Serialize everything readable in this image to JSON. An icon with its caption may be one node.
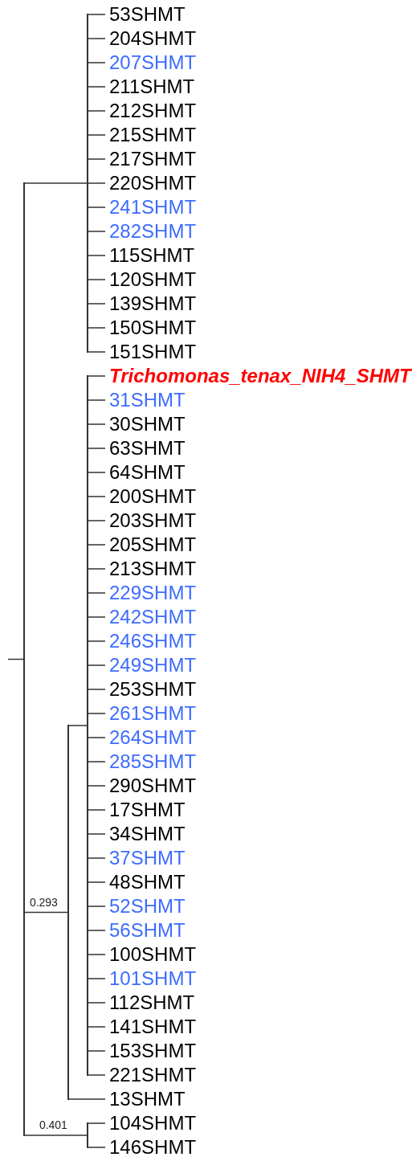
{
  "diagram": {
    "nodes": [
      {
        "text": [],
        "shape": "bar"
      },
      {
        "text": [],
        "shape": "bar"
      },
      {
        "text": [
          "53SHMT"
        ]
      },
      {
        "text": [
          "204SHMT"
        ]
      },
      {
        "text": [
          "207SHMT"
        ]
      },
      {
        "text": [
          "211SHMT"
        ]
      },
      {
        "text": [
          "212SHMT"
        ]
      },
      {
        "text": [
          "215SHMT"
        ]
      },
      {
        "text": [
          "217SHMT"
        ]
      },
      {
        "text": [
          "220SHMT"
        ]
      },
      {
        "text": [
          "241SHMT"
        ]
      },
      {
        "text": [
          "282SHMT"
        ]
      },
      {
        "text": [
          "115SHMT"
        ]
      },
      {
        "text": [
          "120SHMT"
        ]
      },
      {
        "text": [
          "139SHMT"
        ]
      },
      {
        "text": [
          "150SHMT"
        ]
      },
      {
        "text": [
          "151SHMT"
        ]
      },
      {
        "text": [],
        "shape": "bar"
      },
      {
        "text": [],
        "shape": "bar"
      },
      {
        "text": [
          "Trichomonas_tenax_NIH4_SHMT"
        ]
      },
      {
        "text": [
          "31SHMT"
        ]
      },
      {
        "text": [
          "30SHMT"
        ]
      },
      {
        "text": [
          "63SHMT"
        ]
      },
      {
        "text": [
          "64SHMT"
        ]
      },
      {
        "text": [
          "200SHMT"
        ]
      },
      {
        "text": [
          "203SHMT"
        ]
      },
      {
        "text": [
          "205SHMT"
        ]
      },
      {
        "text": [
          "213SHMT"
        ]
      },
      {
        "text": [
          "229SHMT"
        ]
      },
      {
        "text": [
          "242SHMT"
        ]
      },
      {
        "text": [
          "246SHMT"
        ]
      },
      {
        "text": [
          "249SHMT"
        ]
      },
      {
        "text": [
          "253SHMT"
        ]
      },
      {
        "text": [
          "261SHMT"
        ]
      },
      {
        "text": [
          "264SHMT"
        ]
      },
      {
        "text": [
          "285SHMT"
        ]
      },
      {
        "text": [
          "290SHMT"
        ]
      },
      {
        "text": [
          "17SHMT"
        ]
      },
      {
        "text": [
          "34SHMT"
        ]
      },
      {
        "text": [
          "37SHMT"
        ]
      },
      {
        "text": [
          "48SHMT"
        ]
      },
      {
        "text": [
          "52SHMT"
        ]
      },
      {
        "text": [
          "56SHMT"
        ]
      },
      {
        "text": [
          "100SHMT"
        ]
      },
      {
        "text": [
          "101SHMT"
        ]
      },
      {
        "text": [
          "112SHMT"
        ]
      },
      {
        "text": [
          "141SHMT"
        ]
      },
      {
        "text": [
          "153SHMT"
        ]
      },
      {
        "text": [
          "221SHMT"
        ]
      },
      {
        "text": [
          "13SHMT"
        ]
      },
      {
        "text": [],
        "shape": "bar"
      },
      {
        "text": [
          "104SHMT"
        ]
      },
      {
        "text": [
          "146SHMT"
        ]
      }
    ],
    "edges": [
      {
        "from": null,
        "to": 0,
        "arrow": "none"
      },
      {
        "from": 0,
        "to": 1,
        "arrow": "none"
      },
      {
        "from": 1,
        "to": 2,
        "arrow": "none"
      },
      {
        "from": 1,
        "to": 3,
        "arrow": "none"
      },
      {
        "from": 1,
        "to": 4,
        "arrow": "none"
      },
      {
        "from": 1,
        "to": 5,
        "arrow": "none"
      },
      {
        "from": 1,
        "to": 6,
        "arrow": "none"
      },
      {
        "from": 1,
        "to": 7,
        "arrow": "none"
      },
      {
        "from": 1,
        "to": 8,
        "arrow": "none"
      },
      {
        "from": 1,
        "to": 9,
        "arrow": "none"
      },
      {
        "from": 1,
        "to": 10,
        "arrow": "none"
      },
      {
        "from": 1,
        "to": 11,
        "arrow": "none"
      },
      {
        "from": 1,
        "to": 12,
        "arrow": "none"
      },
      {
        "from": 1,
        "to": 13,
        "arrow": "none"
      },
      {
        "from": 1,
        "to": 14,
        "arrow": "none"
      },
      {
        "from": 1,
        "to": 15,
        "arrow": "none"
      },
      {
        "from": 1,
        "to": 16,
        "arrow": "none"
      },
      {
        "from": 0,
        "to": 17,
        "arrow": "none",
        "label": "0.293"
      },
      {
        "from": 17,
        "to": 18,
        "arrow": "none"
      },
      {
        "from": 18,
        "to": 19,
        "arrow": "none"
      },
      {
        "from": 18,
        "to": 20,
        "arrow": "none"
      },
      {
        "from": 18,
        "to": 21,
        "arrow": "none"
      },
      {
        "from": 18,
        "to": 22,
        "arrow": "none"
      },
      {
        "from": 18,
        "to": 23,
        "arrow": "none"
      },
      {
        "from": 18,
        "to": 24,
        "arrow": "none"
      },
      {
        "from": 18,
        "to": 25,
        "arrow": "none"
      },
      {
        "from": 18,
        "to": 26,
        "arrow": "none"
      },
      {
        "from": 18,
        "to": 27,
        "arrow": "none"
      },
      {
        "from": 18,
        "to": 28,
        "arrow": "none"
      },
      {
        "from": 18,
        "to": 29,
        "arrow": "none"
      },
      {
        "from": 18,
        "to": 30,
        "arrow": "none"
      },
      {
        "from": 18,
        "to": 31,
        "arrow": "none"
      },
      {
        "from": 18,
        "to": 32,
        "arrow": "none"
      },
      {
        "from": 18,
        "to": 33,
        "arrow": "none"
      },
      {
        "from": 18,
        "to": 34,
        "arrow": "none"
      },
      {
        "from": 18,
        "to": 35,
        "arrow": "none"
      },
      {
        "from": 18,
        "to": 36,
        "arrow": "none"
      },
      {
        "from": 18,
        "to": 37,
        "arrow": "none"
      },
      {
        "from": 18,
        "to": 38,
        "arrow": "none"
      },
      {
        "from": 18,
        "to": 39,
        "arrow": "none"
      },
      {
        "from": 18,
        "to": 40,
        "arrow": "none"
      },
      {
        "from": 18,
        "to": 41,
        "arrow": "none"
      },
      {
        "from": 18,
        "to": 42,
        "arrow": "none"
      },
      {
        "from": 18,
        "to": 43,
        "arrow": "none"
      },
      {
        "from": 18,
        "to": 44,
        "arrow": "none"
      },
      {
        "from": 18,
        "to": 45,
        "arrow": "none"
      },
      {
        "from": 18,
        "to": 46,
        "arrow": "none"
      },
      {
        "from": 18,
        "to": 47,
        "arrow": "none"
      },
      {
        "from": 18,
        "to": 48,
        "arrow": "none"
      },
      {
        "from": 17,
        "to": 49,
        "arrow": "none"
      },
      {
        "from": 0,
        "to": 50,
        "arrow": "none",
        "label": "0.401"
      },
      {
        "from": 50,
        "to": 51,
        "arrow": "none"
      },
      {
        "from": 50,
        "to": 52,
        "arrow": "none"
      }
    ]
  }
}
